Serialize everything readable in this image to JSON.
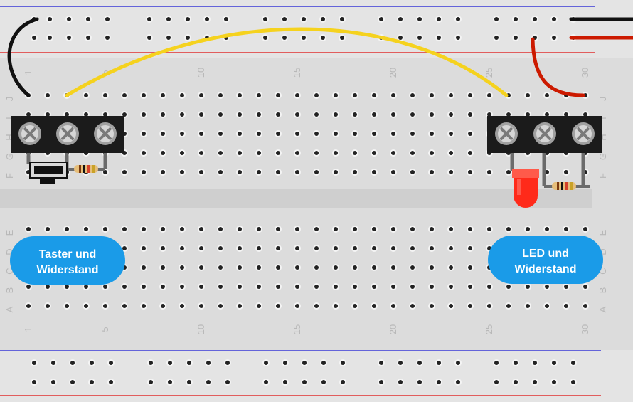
{
  "breadboard": {
    "column_numbers": [
      "1",
      "5",
      "10",
      "15",
      "20",
      "25",
      "30"
    ],
    "upper_row_letters": [
      "J",
      "I",
      "H",
      "G",
      "F"
    ],
    "lower_row_letters": [
      "E",
      "D",
      "C",
      "B",
      "A"
    ]
  },
  "labels": {
    "left": [
      "Taster und",
      "Widerstand"
    ],
    "right": [
      "LED und",
      "Widerstand"
    ]
  },
  "colors": {
    "board": "#dcdcdc",
    "hole": "#222222",
    "rail_blue": "#3a3ad6",
    "rail_red": "#e03030",
    "yellow_wire": "#f5d21e",
    "black_wire": "#111111",
    "red_wire": "#cc1a00",
    "led": "#ff2a1a",
    "badge": "#1a9be8",
    "terminal": "#1b1b1b"
  },
  "icons": {
    "terminal_screw": "screw-icon",
    "push_button": "push-button-icon",
    "resistor": "resistor-icon",
    "led": "led-icon"
  }
}
